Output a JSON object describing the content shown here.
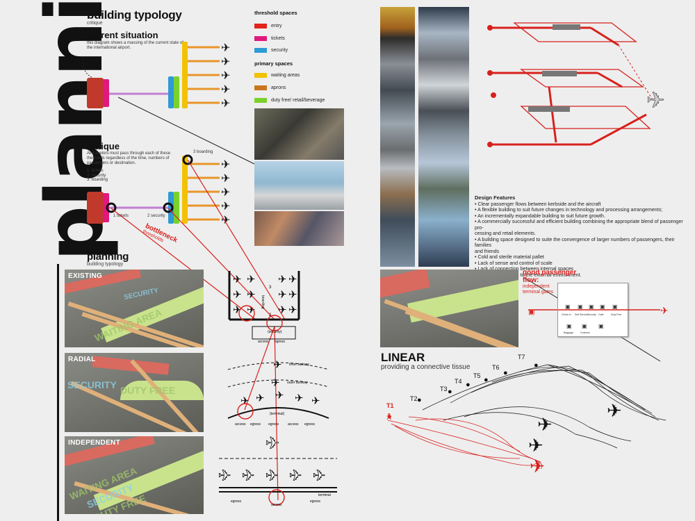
{
  "page": {
    "vertical_title": "planning"
  },
  "section1": {
    "title": "building typology",
    "subtitle": "critique",
    "current_title": "current situation",
    "current_desc": "this diagram shows a massing of the current state of the international airport."
  },
  "legend": {
    "threshold_title": "threshold spaces",
    "threshold_items": [
      {
        "label": "entry",
        "color": "#e2231a"
      },
      {
        "label": "tickets",
        "color": "#e0197d"
      },
      {
        "label": "security",
        "color": "#2e9ad6"
      }
    ],
    "primary_title": "primary spaces",
    "primary_items": [
      {
        "label": "waiting areas",
        "color": "#f2c200"
      },
      {
        "label": "aprons",
        "color": "#c8761c"
      },
      {
        "label": "duty free/ retail/beverage",
        "color": "#7ad12a"
      }
    ]
  },
  "critique": {
    "title": "critique",
    "desc": "All travelors must pass through each of these thesholds regardless of the time, numbers of passengers or destination.",
    "list": [
      "1. tickets",
      "2. security",
      "3. boarding"
    ],
    "label_tickets": "1 tickets",
    "label_security": "2 security",
    "label_boarding": "3 boarding",
    "bottleneck": "bottleneck",
    "thresholds": "thresholds"
  },
  "planning": {
    "title": "planning",
    "subtitle": "building typology",
    "renders": [
      {
        "label": "EXISTING",
        "words": [
          "WAITING AREA",
          "SECURITY"
        ]
      },
      {
        "label": "RADIAL",
        "words": [
          "SECURITY",
          "DUTY FREE"
        ]
      },
      {
        "label": "INDEPENDENT",
        "words": [
          "WAITING AREA",
          "SECURITY",
          "DUTY FREE"
        ]
      }
    ]
  },
  "schematics": {
    "top_labels": [
      "boarding",
      "3",
      "2",
      "(security)",
      "access",
      "egress"
    ],
    "mid_labels": [
      "inner taxiway",
      "outer taxiway",
      "(terminal)",
      "access",
      "egress",
      "egress",
      "access",
      "egress"
    ],
    "bottom_labels": [
      "terminal",
      "egress",
      "access",
      "egress"
    ]
  },
  "design_features": {
    "title": "Design Features",
    "items": [
      "• Clear passenger flows between kerbside and the aircraft",
      "• A flexible building to suit future changes in technology and processing arrangements;",
      "• An incrementally expandable building to suit future growth.",
      "• A commercially successful and efficient building combining the appropriate blend of passenger pro-",
      "cessing and retail elements.",
      "• A building space designed to suite the convergence of larger numbers of passengers, their families",
      "and friends",
      "• Cold and sterile material pallet",
      "• Lack of sense and control of scale",
      "• Lack of connection between internal spaces",
      "• Lack of connection to the external environment."
    ]
  },
  "flow": {
    "title_line1": "good passenger",
    "title_line2": "flow:",
    "sub_line1": "independent",
    "sub_line2": "terminal gates",
    "steps": [
      "Check in",
      "Self Service",
      "Security",
      "Gate",
      "Duty Free",
      "Baggage",
      "Customs"
    ]
  },
  "linear": {
    "title": "LINEAR",
    "subtitle": "providing a connective tissue",
    "terminals": [
      "T1",
      "T2",
      "T3",
      "T4",
      "T5",
      "T6",
      "T7"
    ]
  },
  "colors": {
    "red": "#d8201c",
    "magenta": "#e0197d",
    "blue": "#2e9ad6",
    "yellow": "#f2c200",
    "orange": "#e8952a",
    "green": "#7ad12a",
    "purple": "#c27fd0"
  }
}
